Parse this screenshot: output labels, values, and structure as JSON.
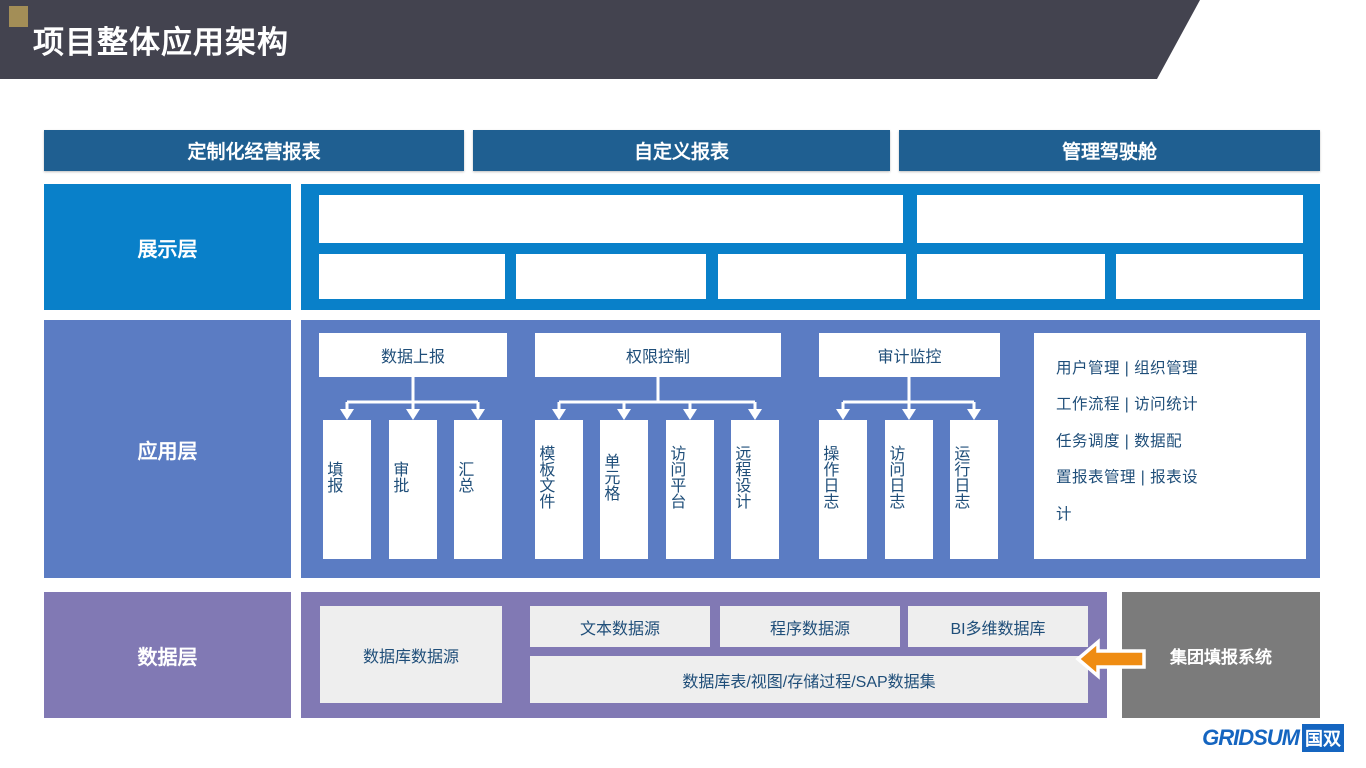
{
  "header": {
    "title": "项目整体应用架构",
    "accent_color": "#a38e57",
    "bar_color": "#43434f"
  },
  "top_headers": [
    {
      "label": "定制化经营报表"
    },
    {
      "label": "自定义报表"
    },
    {
      "label": "管理驾驶舱"
    }
  ],
  "layers": [
    {
      "key": "presentation",
      "label": "展示层",
      "color": "#0980c9",
      "top_boxes": [
        "",
        ""
      ],
      "bottom_boxes": [
        "",
        "",
        "",
        "",
        ""
      ]
    },
    {
      "key": "application",
      "label": "应用层",
      "color": "#5b7cc3"
    },
    {
      "key": "data",
      "label": "数据层",
      "color": "#8179b4"
    }
  ],
  "application": {
    "groups": [
      {
        "parent": "数据上报",
        "children": [
          "填报",
          "审批",
          "汇总"
        ]
      },
      {
        "parent": "权限控制",
        "children": [
          "模板文件",
          "单元格",
          "访问平台",
          "远程设计"
        ]
      },
      {
        "parent": "审计监控",
        "children": [
          "操作日志",
          "访问日志",
          "运行日志"
        ]
      }
    ],
    "side_panel_lines": [
      "用户管理  |  组织管理",
      "工作流程  |  访问统计",
      "任务调度  |  数据配",
      "置报表管理 | 报表设",
      "计"
    ]
  },
  "data_layer": {
    "db_source": "数据库数据源",
    "text_source": "文本数据源",
    "program_source": "程序数据源",
    "bi_source": "BI多维数据库",
    "db_detail": "数据库表/视图/存储过程/SAP数据集"
  },
  "external_system": {
    "label": "集团填报系统",
    "arrow_color": "#ef8c12",
    "panel_color": "#7b7b7b"
  },
  "brand": {
    "name": "GRIDSUM",
    "cn": "国双",
    "color": "#1565c0"
  }
}
